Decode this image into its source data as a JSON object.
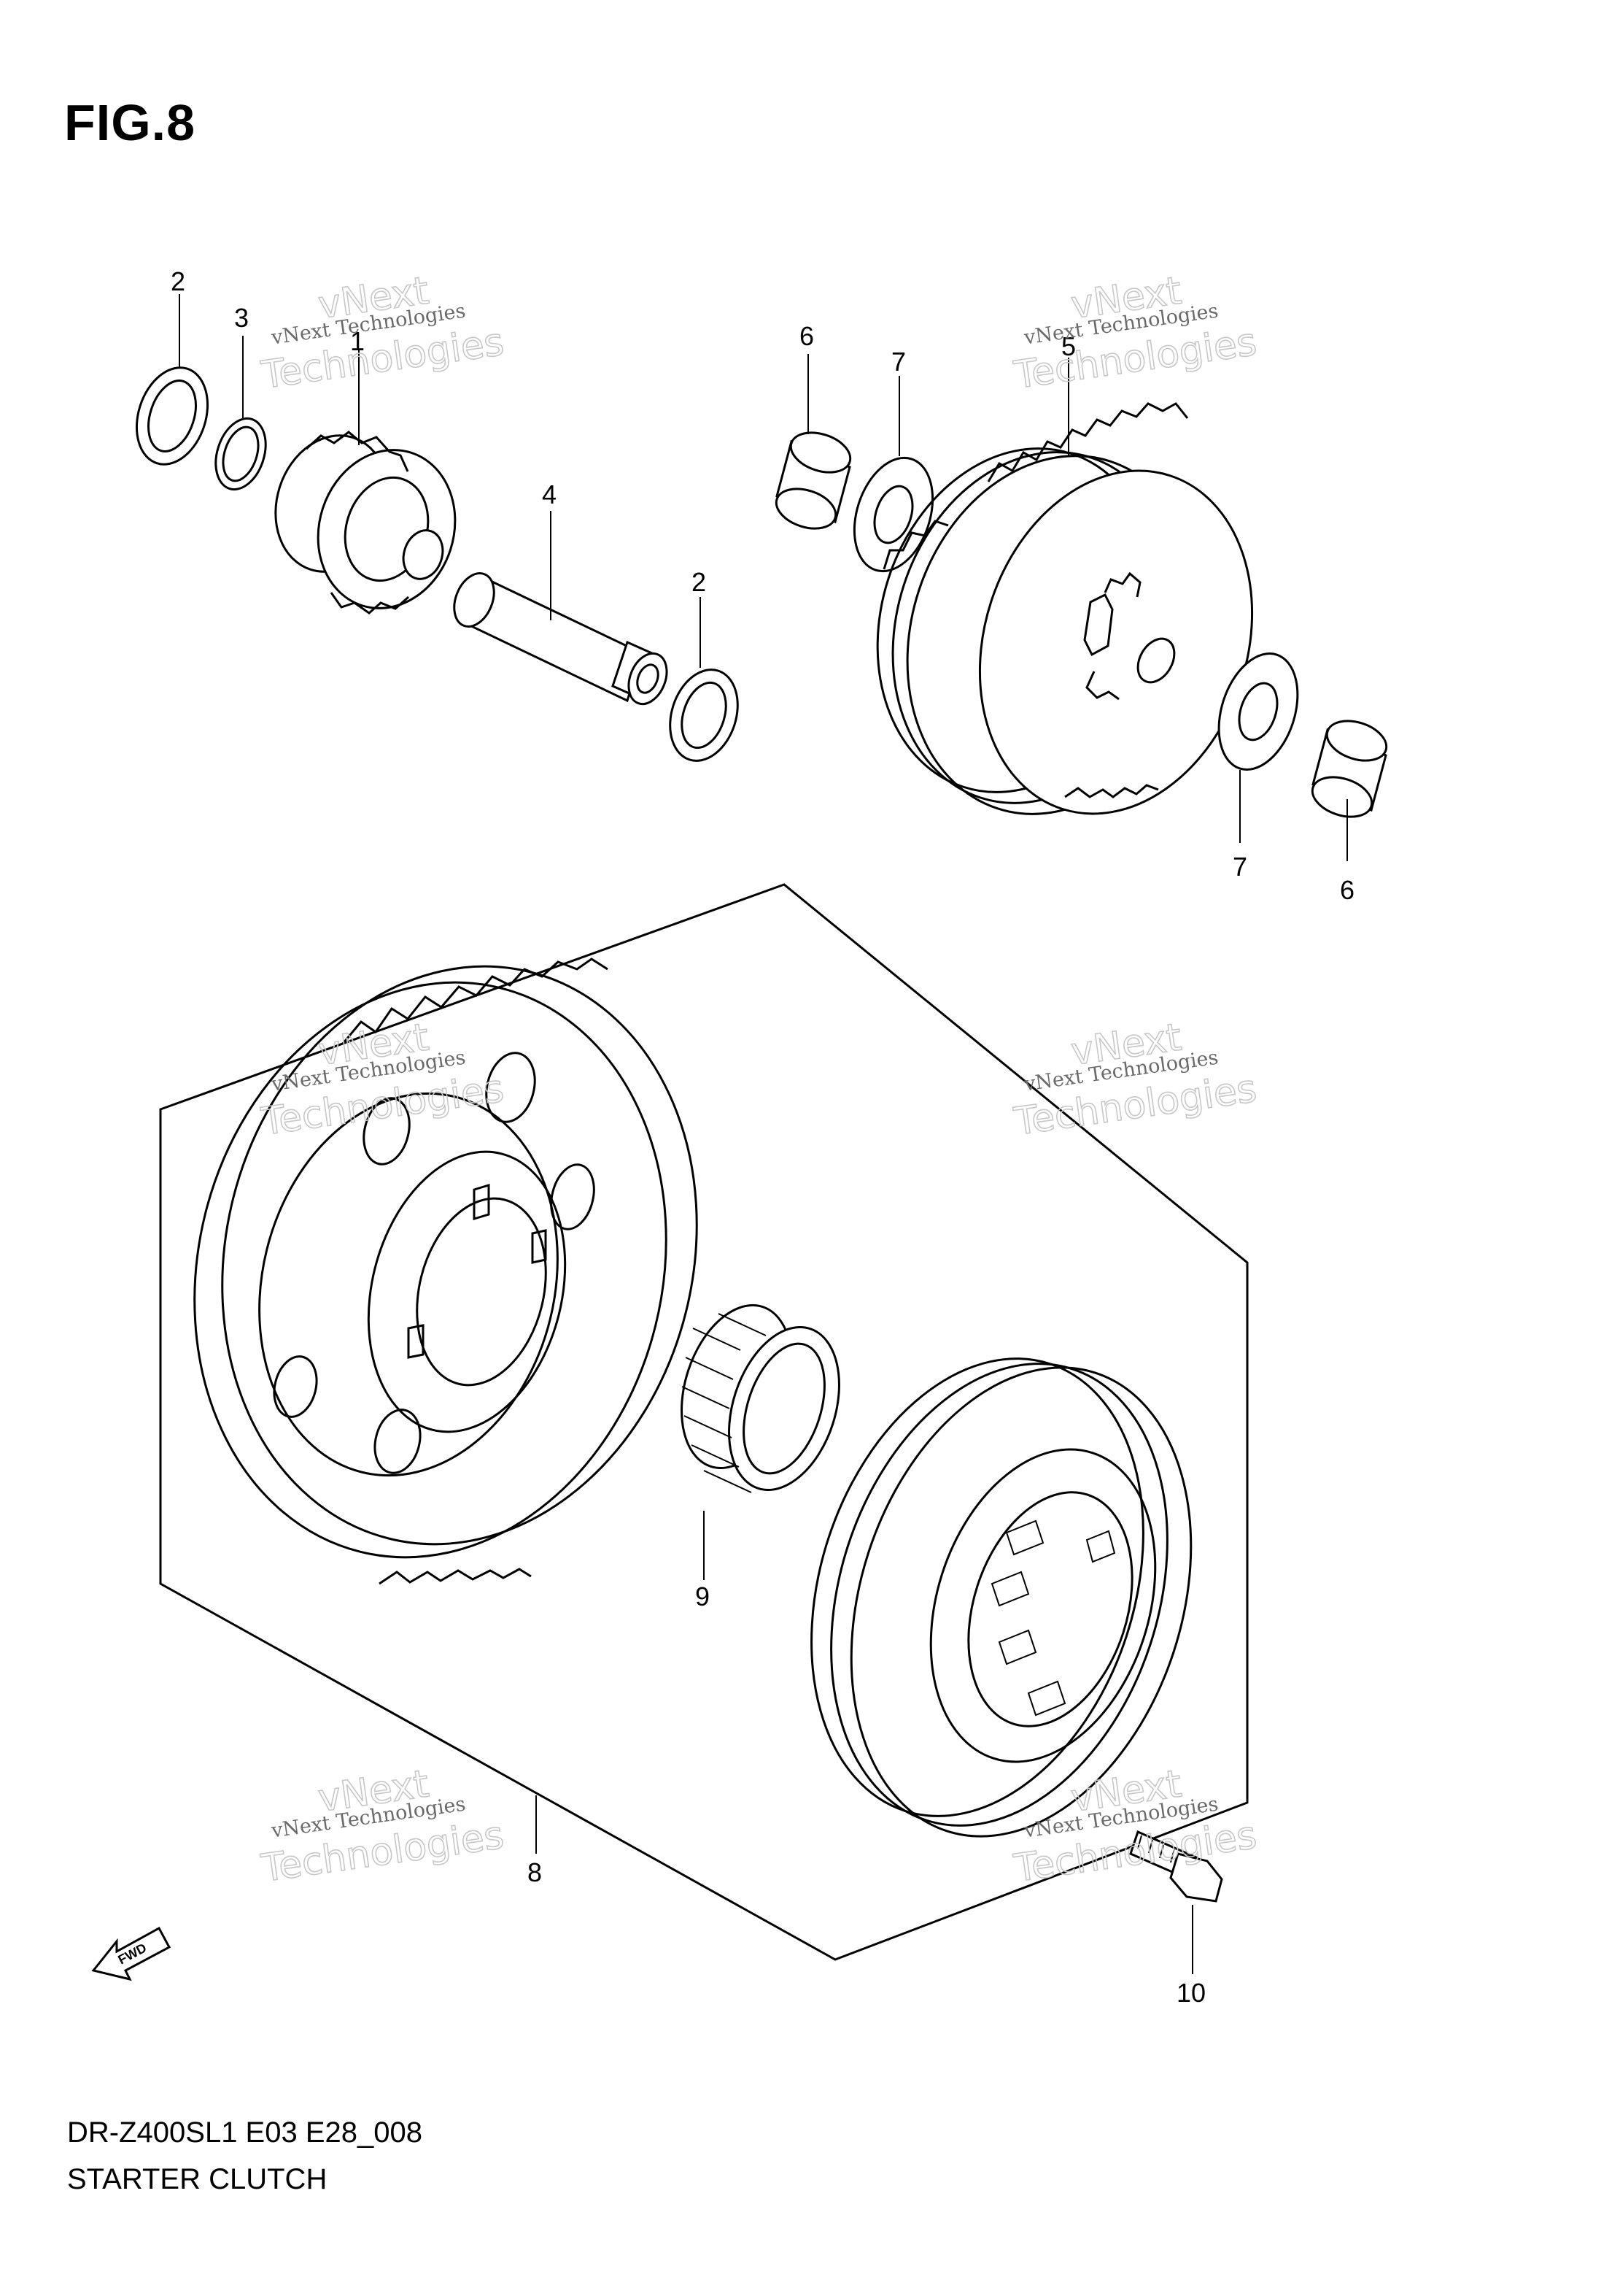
{
  "figure": {
    "title": "FIG.8"
  },
  "footer": {
    "model_code": "DR-Z400SL1 E03 E28_008",
    "section_name": "STARTER CLUTCH"
  },
  "callouts": {
    "c1": "1",
    "c2a": "2",
    "c2b": "2",
    "c3": "3",
    "c4": "4",
    "c5": "5",
    "c6a": "6",
    "c6b": "6",
    "c7a": "7",
    "c7b": "7",
    "c8": "8",
    "c9": "9",
    "c10": "10"
  },
  "watermark": {
    "line1": "vNext Technologies",
    "line2": "vNext",
    "line3": "Technologies"
  },
  "direction_marker": {
    "label": "FWD"
  }
}
